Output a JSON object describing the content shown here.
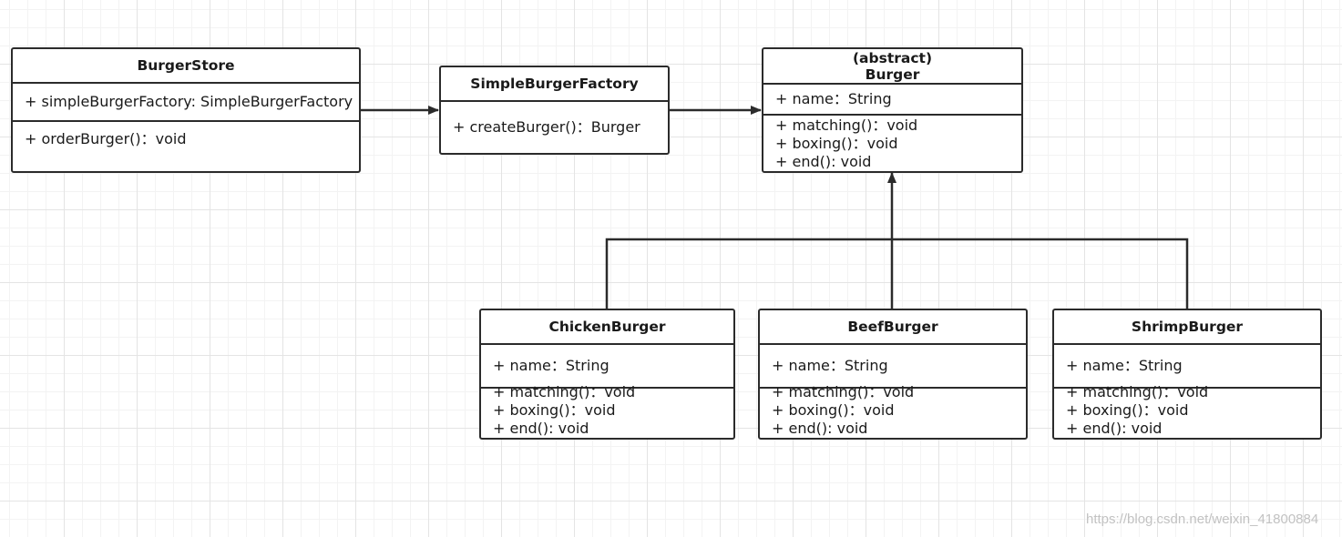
{
  "diagram": {
    "classes": {
      "burger_store": {
        "name": "BurgerStore",
        "attributes": [
          "+ simpleBurgerFactory: SimpleBurgerFactory"
        ],
        "operations": [
          "+ orderBurger()：void"
        ]
      },
      "simple_burger_factory": {
        "name": "SimpleBurgerFactory",
        "operations": [
          "+ createBurger()：Burger"
        ]
      },
      "burger": {
        "stereotype": "(abstract)",
        "name": "Burger",
        "attributes": [
          "+ name：String"
        ],
        "operations": [
          "+ matching()：void",
          "+ boxing()：void",
          "+ end(): void"
        ]
      },
      "chicken_burger": {
        "name": "ChickenBurger",
        "attributes": [
          "+ name：String"
        ],
        "operations": [
          "+ matching()：void",
          "+ boxing()：void",
          "+ end(): void"
        ]
      },
      "beef_burger": {
        "name": "BeefBurger",
        "attributes": [
          "+ name：String"
        ],
        "operations": [
          "+ matching()：void",
          "+ boxing()：void",
          "+ end(): void"
        ]
      },
      "shrimp_burger": {
        "name": "ShrimpBurger",
        "attributes": [
          "+ name：String"
        ],
        "operations": [
          "+ matching()：void",
          "+ boxing()：void",
          "+ end(): void"
        ]
      }
    },
    "relationships": [
      {
        "from": "BurgerStore",
        "to": "SimpleBurgerFactory",
        "type": "association"
      },
      {
        "from": "SimpleBurgerFactory",
        "to": "Burger",
        "type": "association"
      },
      {
        "from": "ChickenBurger",
        "to": "Burger",
        "type": "inheritance"
      },
      {
        "from": "BeefBurger",
        "to": "Burger",
        "type": "inheritance"
      },
      {
        "from": "ShrimpBurger",
        "to": "Burger",
        "type": "inheritance"
      }
    ],
    "line_color": "#2b2b2b"
  },
  "watermark": "https://blog.csdn.net/weixin_41800884"
}
